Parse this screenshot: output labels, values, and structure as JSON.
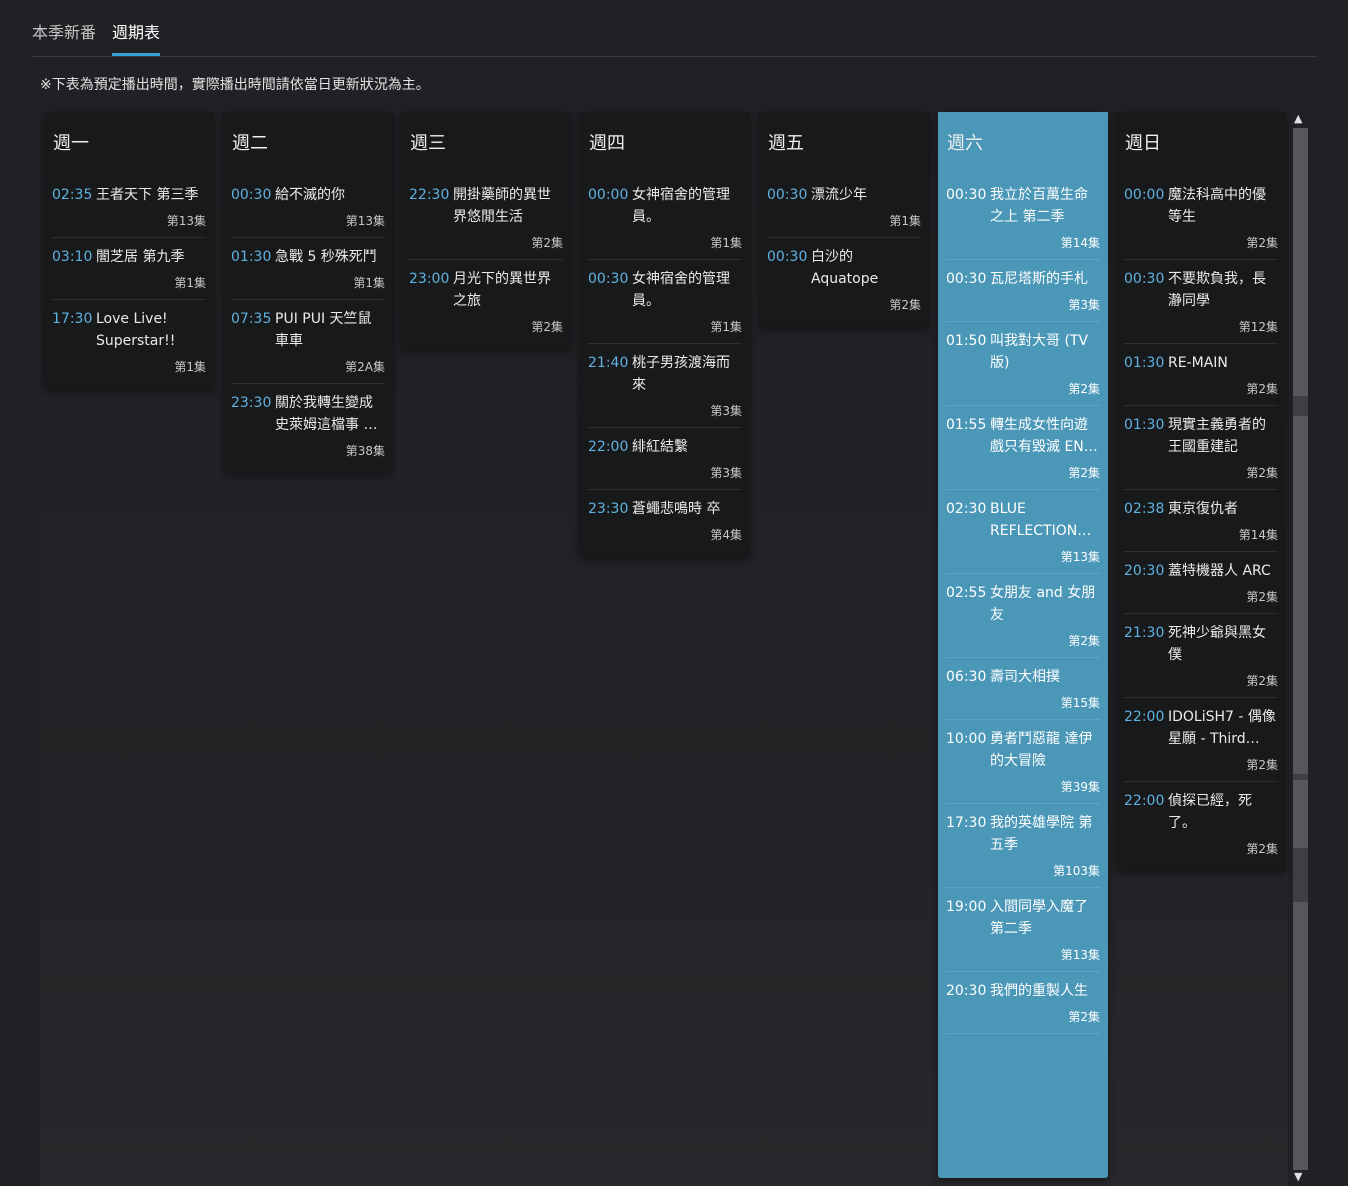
{
  "tabs": [
    {
      "label": "本季新番",
      "active": false
    },
    {
      "label": "週期表",
      "active": true
    }
  ],
  "notice": "※下表為預定播出時間，實際播出時間請依當日更新狀況為主。",
  "accent_color": "#3aa0d8",
  "highlight_color": "#4a97b8",
  "days": [
    {
      "name": "週一",
      "active": false,
      "items": [
        {
          "time": "02:35",
          "title": "王者天下 第三季",
          "episode": "第13集"
        },
        {
          "time": "03:10",
          "title": "闇芝居 第九季",
          "episode": "第1集"
        },
        {
          "time": "17:30",
          "title": "Love Live! Superstar!!",
          "episode": "第1集"
        }
      ]
    },
    {
      "name": "週二",
      "active": false,
      "items": [
        {
          "time": "00:30",
          "title": "給不滅的你",
          "episode": "第13集"
        },
        {
          "time": "01:30",
          "title": "急戰 5 秒殊死鬥",
          "episode": "第1集"
        },
        {
          "time": "07:35",
          "title": "PUI PUI 天竺鼠車車",
          "episode": "第2A集"
        },
        {
          "time": "23:30",
          "title": "關於我轉生變成史萊姆這檔事 …",
          "episode": "第38集"
        }
      ]
    },
    {
      "name": "週三",
      "active": false,
      "items": [
        {
          "time": "22:30",
          "title": "開掛藥師的異世界悠閒生活",
          "episode": "第2集"
        },
        {
          "time": "23:00",
          "title": "月光下的異世界之旅",
          "episode": "第2集"
        }
      ]
    },
    {
      "name": "週四",
      "active": false,
      "items": [
        {
          "time": "00:00",
          "title": "女神宿舍的管理員。",
          "episode": "第1集"
        },
        {
          "time": "00:30",
          "title": "女神宿舍的管理員。",
          "episode": "第1集"
        },
        {
          "time": "21:40",
          "title": "桃子男孩渡海而來",
          "episode": "第3集"
        },
        {
          "time": "22:00",
          "title": "緋紅結繫",
          "episode": "第3集"
        },
        {
          "time": "23:30",
          "title": "蒼蠅悲鳴時 卒",
          "episode": "第4集"
        }
      ]
    },
    {
      "name": "週五",
      "active": false,
      "items": [
        {
          "time": "00:30",
          "title": "漂流少年",
          "episode": "第1集"
        },
        {
          "time": "00:30",
          "title": "白沙的 Aquatope",
          "episode": "第2集"
        }
      ]
    },
    {
      "name": "週六",
      "active": true,
      "items": [
        {
          "time": "00:30",
          "title": "我立於百萬生命之上 第二季",
          "episode": "第14集"
        },
        {
          "time": "00:30",
          "title": "瓦尼塔斯的手札",
          "episode": "第3集"
        },
        {
          "time": "01:50",
          "title": "叫我對大哥 (TV版)",
          "episode": "第2集"
        },
        {
          "time": "01:55",
          "title": "轉生成女性向遊戲只有毀滅 EN…",
          "episode": "第2集"
        },
        {
          "time": "02:30",
          "title": "BLUE REFLECTION :…",
          "episode": "第13集"
        },
        {
          "time": "02:55",
          "title": "女朋友 and 女朋友",
          "episode": "第2集"
        },
        {
          "time": "06:30",
          "title": "壽司大相撲",
          "episode": "第15集"
        },
        {
          "time": "10:00",
          "title": "勇者鬥惡龍 達伊的大冒險",
          "episode": "第39集"
        },
        {
          "time": "17:30",
          "title": "我的英雄學院 第五季",
          "episode": "第103集"
        },
        {
          "time": "19:00",
          "title": "入間同學入魔了 第二季",
          "episode": "第13集"
        },
        {
          "time": "20:30",
          "title": "我們的重製人生",
          "episode": "第2集"
        }
      ]
    },
    {
      "name": "週日",
      "active": false,
      "items": [
        {
          "time": "00:00",
          "title": "魔法科高中的優等生",
          "episode": "第2集"
        },
        {
          "time": "00:30",
          "title": "不要欺負我，長瀞同學",
          "episode": "第12集"
        },
        {
          "time": "01:30",
          "title": "RE-MAIN",
          "episode": "第2集"
        },
        {
          "time": "01:30",
          "title": "現實主義勇者的王國重建記",
          "episode": "第2集"
        },
        {
          "time": "02:38",
          "title": "東京復仇者",
          "episode": "第14集"
        },
        {
          "time": "20:30",
          "title": "蓋特機器人 ARC",
          "episode": "第2集"
        },
        {
          "time": "21:30",
          "title": "死神少爺與黑女僕",
          "episode": "第2集"
        },
        {
          "time": "22:00",
          "title": "IDOLiSH7 - 偶像星願 - Third…",
          "episode": "第2集"
        },
        {
          "time": "22:00",
          "title": "偵探已經，死了。",
          "episode": "第2集"
        }
      ]
    }
  ]
}
